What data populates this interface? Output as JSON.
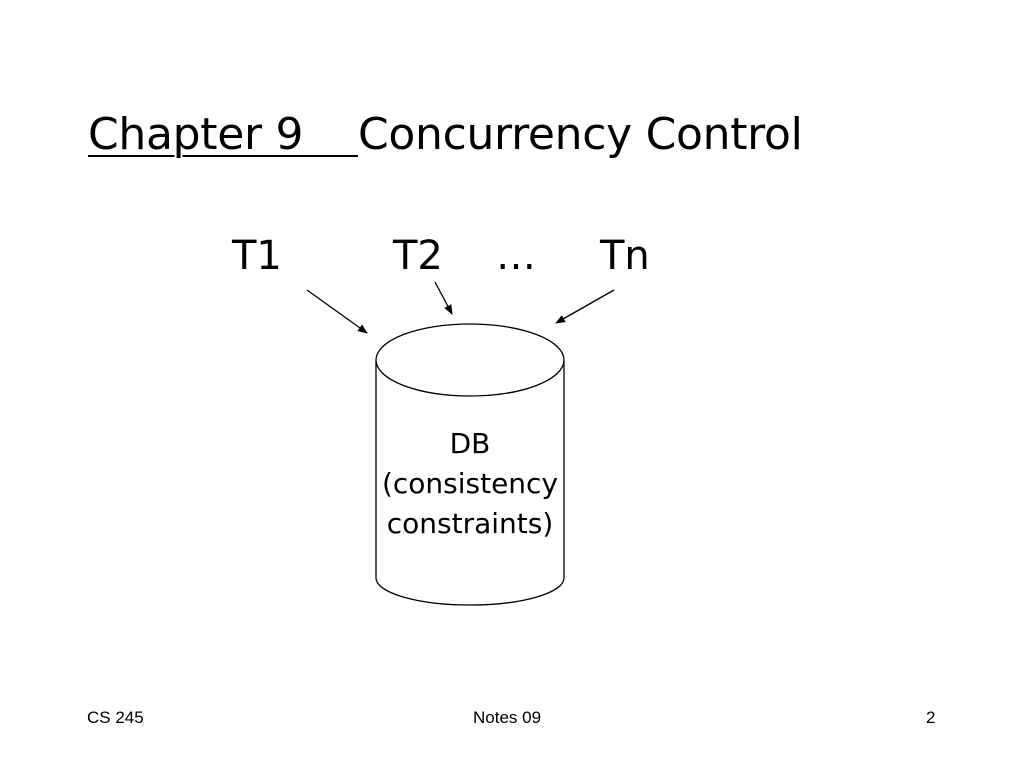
{
  "title": {
    "chapter": "Chapter 9    ",
    "topic": "Concurrency Control"
  },
  "transactions": {
    "t1": "T1",
    "t2": "T2",
    "ellipsis": "…",
    "tn": "Tn"
  },
  "database": {
    "line1": "DB",
    "line2": "(consistency",
    "line3": "constraints)"
  },
  "footer": {
    "course": "CS 245",
    "notes": "Notes 09",
    "page": "2"
  }
}
